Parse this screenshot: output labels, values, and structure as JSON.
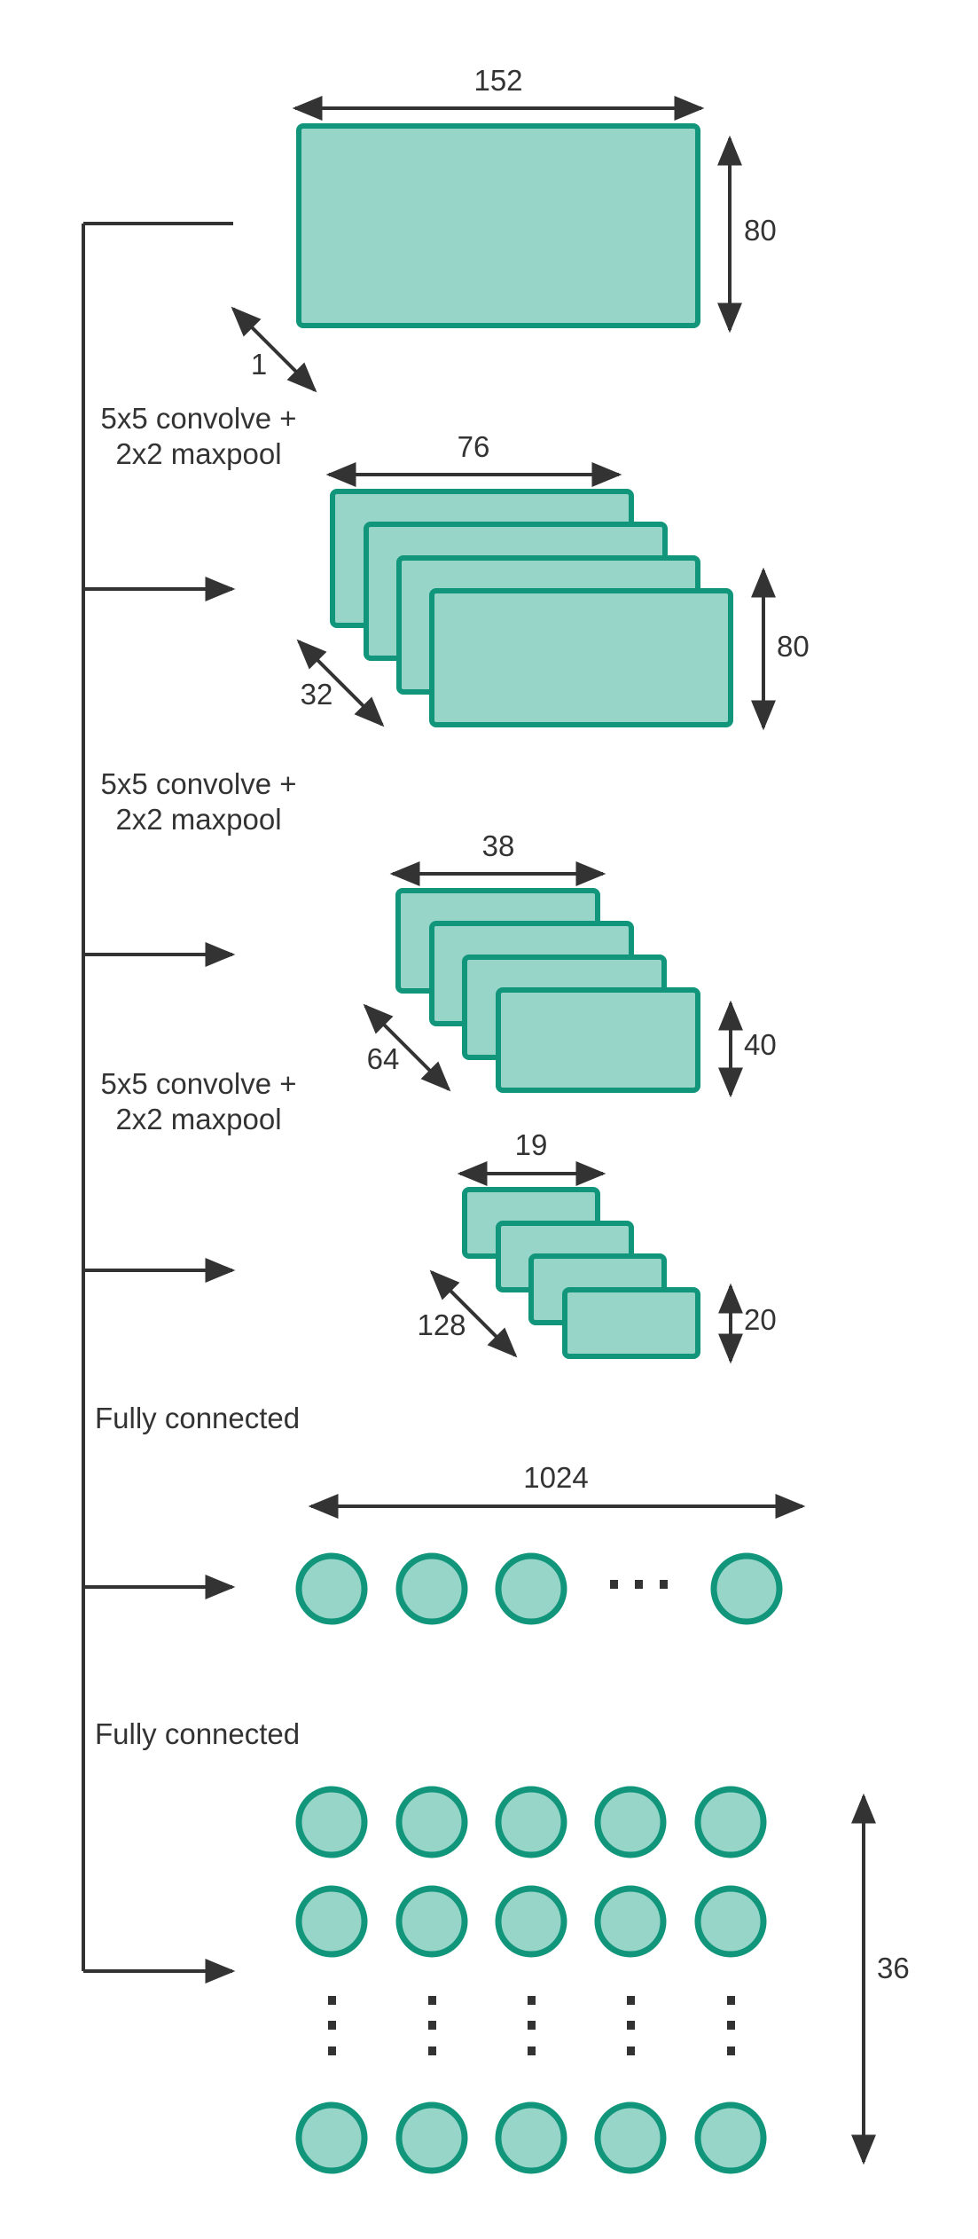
{
  "colors": {
    "node_fill": "#96d5c8",
    "node_stroke": "#11957b",
    "line": "#333333"
  },
  "layers": [
    {
      "id": "input",
      "width_label": "152",
      "height_label": "80",
      "depth_label": "1"
    },
    {
      "id": "conv1",
      "width_label": "76",
      "height_label": "80",
      "depth_label": "32"
    },
    {
      "id": "conv2",
      "width_label": "38",
      "height_label": "40",
      "depth_label": "64"
    },
    {
      "id": "conv3",
      "width_label": "19",
      "height_label": "20",
      "depth_label": "128"
    },
    {
      "id": "fc1",
      "width_label": "1024",
      "ellipsis": "· · ·"
    },
    {
      "id": "fc2",
      "height_label": "36"
    }
  ],
  "operations": [
    {
      "line1": "5x5 convolve +",
      "line2": "2x2 maxpool"
    },
    {
      "line1": "5x5 convolve +",
      "line2": "2x2 maxpool"
    },
    {
      "line1": "5x5 convolve +",
      "line2": "2x2 maxpool"
    },
    {
      "line1": "Fully connected"
    },
    {
      "line1": "Fully connected"
    }
  ]
}
